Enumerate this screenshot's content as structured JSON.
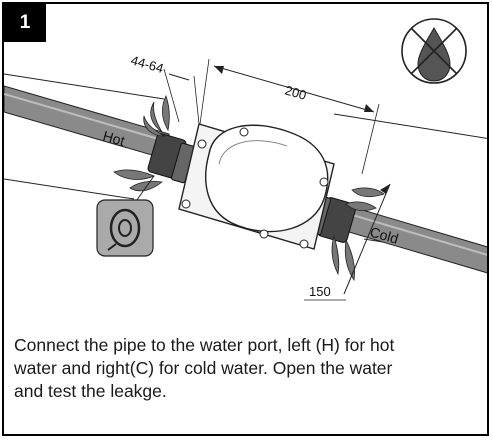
{
  "step": {
    "number": "1"
  },
  "diagram": {
    "pipe_left_label": "Hot",
    "pipe_right_label": "Cold",
    "dimensions": {
      "width": "200",
      "inlet": "44-64",
      "depth": "150"
    },
    "no_water_icon": "no-water-drop-icon",
    "tape_icon": "sealing-tape-icon"
  },
  "instruction": {
    "lines": [
      "Connect the pipe to the water port, left (H) for hot",
      "water and right(C) for cold water. Open the water",
      "and test the leakge."
    ]
  }
}
